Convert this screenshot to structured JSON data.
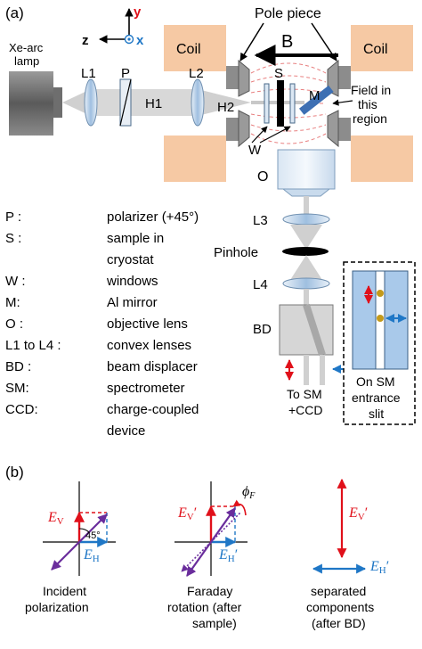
{
  "panel_a": {
    "label": "(a)",
    "axes": {
      "z": "z",
      "y": "y",
      "x": "x"
    },
    "pole_piece": "Pole piece",
    "coil_left": "Coil",
    "coil_right": "Coil",
    "field": "B",
    "lamp": [
      "Xe-arc",
      "lamp"
    ],
    "L1": "L1",
    "P": "P",
    "L2": "L2",
    "H1": "H1",
    "H2": "H2",
    "S": "S",
    "M": "M",
    "W": "W",
    "O": "O",
    "field_region": [
      "Field in",
      "this",
      "region"
    ],
    "L3": "L3",
    "pinhole": "Pinhole",
    "L4": "L4",
    "BD": "BD",
    "to_sm": [
      "To SM",
      "+CCD"
    ],
    "sm_slit": [
      "On SM",
      "entrance",
      "slit"
    ],
    "legend": [
      {
        "key": "P :",
        "lines": [
          "polarizer (+45°)"
        ]
      },
      {
        "key": "S :",
        "lines": [
          "sample in",
          "cryostat"
        ]
      },
      {
        "key": "W :",
        "lines": [
          "windows"
        ]
      },
      {
        "key": "M:",
        "lines": [
          "Al mirror"
        ]
      },
      {
        "key": "O :",
        "lines": [
          "objective lens"
        ]
      },
      {
        "key": "L1 to L4 :",
        "lines": [
          "convex lenses"
        ]
      },
      {
        "key": "BD :",
        "lines": [
          "beam displacer"
        ]
      },
      {
        "key": "SM:",
        "lines": [
          "spectrometer"
        ]
      },
      {
        "key": "CCD:",
        "lines": [
          "charge-coupled",
          "device"
        ]
      }
    ]
  },
  "panel_b": {
    "label": "(b)",
    "d1": {
      "ev": "E",
      "ev_sub": "V",
      "eh": "E",
      "eh_sub": "H",
      "angle": "45°",
      "caption": [
        "Incident",
        "polarization"
      ]
    },
    "d2": {
      "ev": "E",
      "ev_sub": "V",
      "ev_prime": "′",
      "eh": "E",
      "eh_sub": "H",
      "eh_prime": "′",
      "phi": "ϕ",
      "phi_sub": "F",
      "caption": [
        "Faraday",
        "rotation (after",
        "sample)"
      ]
    },
    "d3": {
      "ev": "E",
      "ev_sub": "V",
      "ev_prime": "′",
      "eh": "E",
      "eh_sub": "H",
      "eh_prime": "′",
      "caption": [
        "separated",
        "components",
        "(after BD)"
      ]
    }
  },
  "colors": {
    "coil": "#f6c9a4",
    "metal": "#8c8c8c",
    "red": "#e0101a",
    "blue": "#1f77c6",
    "purple": "#6a2d9c",
    "lens": "#bcd2ea",
    "mirror": "#3d6fb3",
    "slit_fill": "#a9c9ea",
    "dot": "#c49a1a",
    "field_line": "#e88080",
    "beam": "#d0d0d0"
  }
}
